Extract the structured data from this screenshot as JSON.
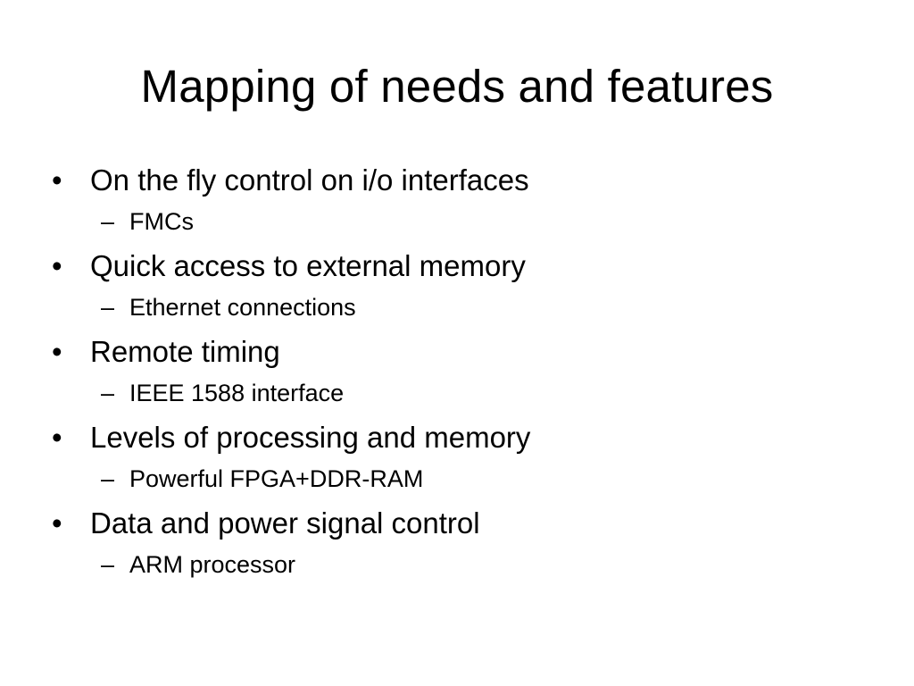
{
  "slide": {
    "title": "Mapping of needs and features",
    "bullet_glyph": "•",
    "dash_glyph": "–",
    "items": [
      {
        "text": "On the fly control on i/o interfaces",
        "sub": "FMCs"
      },
      {
        "text": "Quick access to external memory",
        "sub": "Ethernet connections"
      },
      {
        "text": "Remote timing",
        "sub": "IEEE 1588 interface"
      },
      {
        "text": "Levels of processing and memory",
        "sub": "Powerful FPGA+DDR-RAM"
      },
      {
        "text": "Data and power signal control",
        "sub": "ARM processor"
      }
    ]
  }
}
